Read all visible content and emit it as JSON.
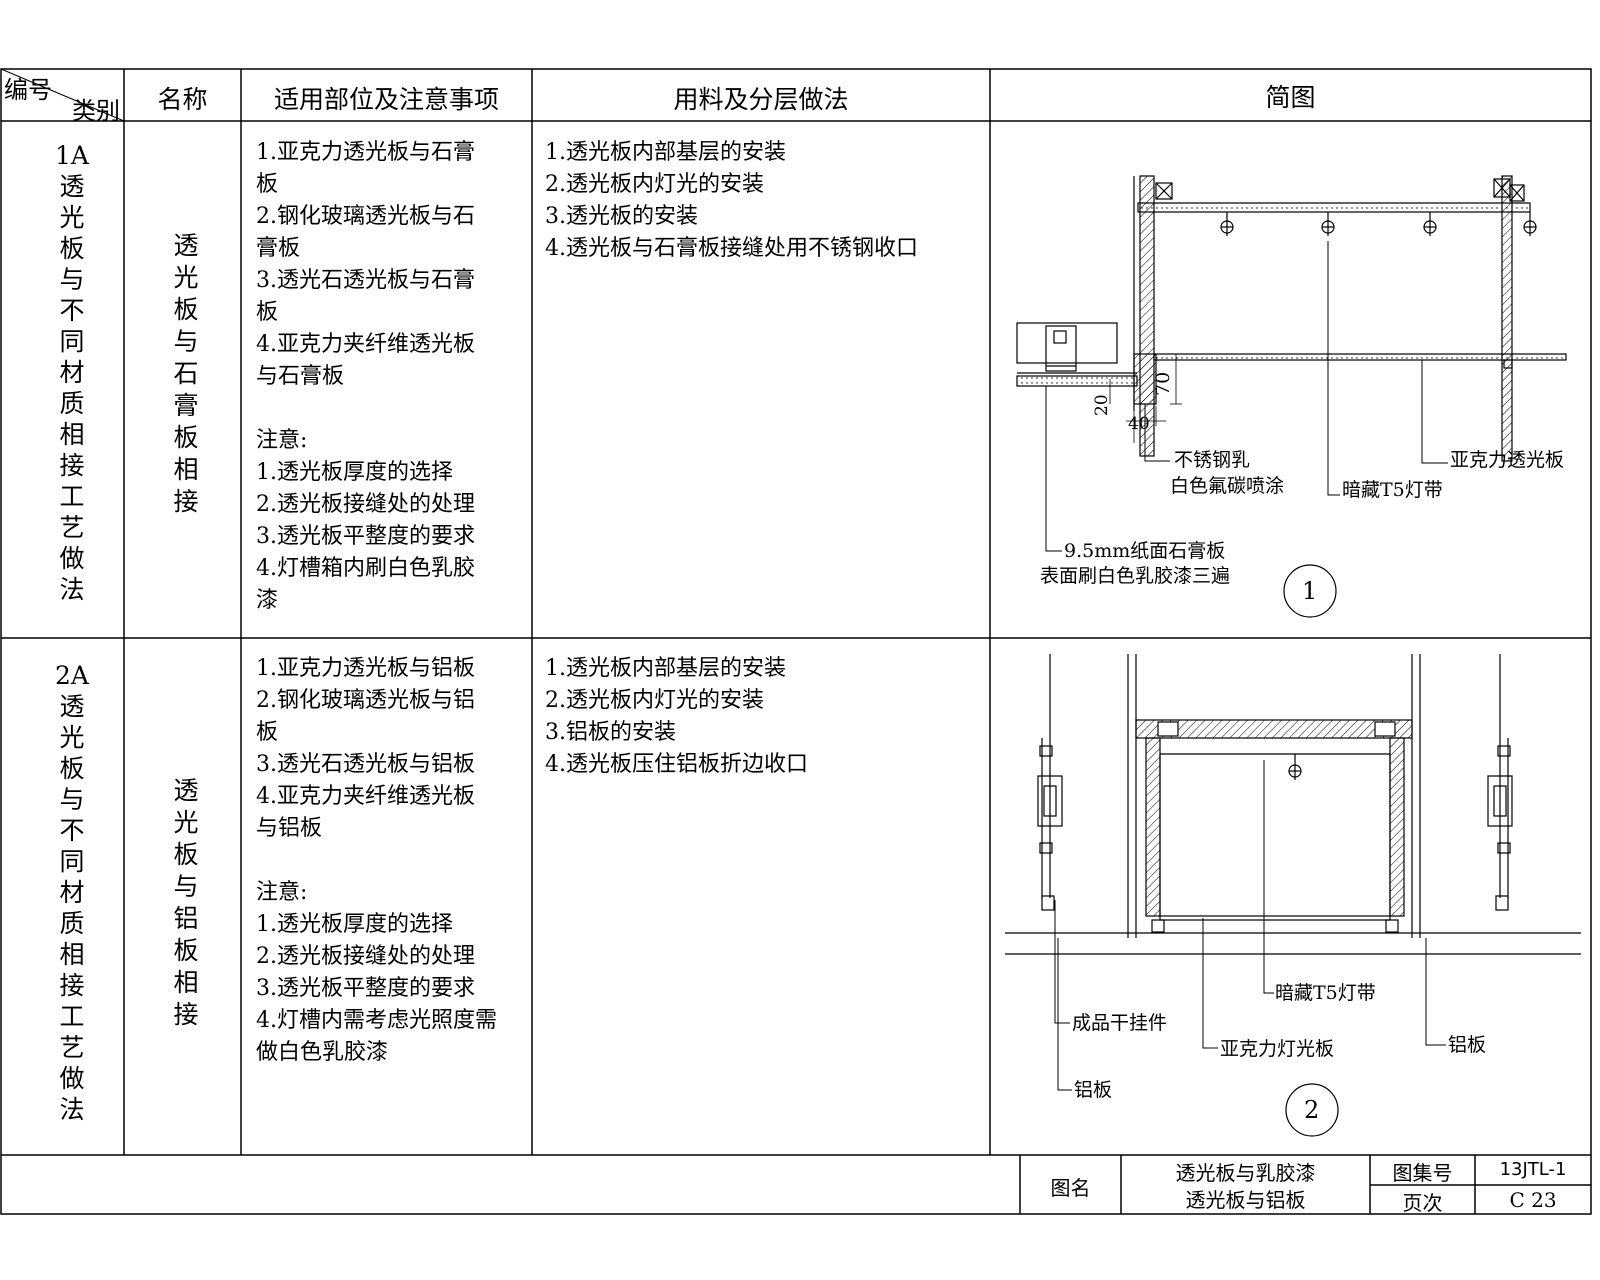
{
  "header": {
    "corner_top": "编号",
    "corner_bottom": "类别",
    "name": "名称",
    "scope": "适用部位及注意事项",
    "method": "用料及分层做法",
    "diagram": "简图"
  },
  "rows": [
    {
      "category": [
        "1A",
        "透",
        "光",
        "板",
        "与",
        "不",
        "同",
        "材",
        "质",
        "相",
        "接",
        "工",
        "艺",
        "做",
        "法"
      ],
      "name": [
        "透",
        "光",
        "板",
        "与",
        "石",
        "膏",
        "板",
        "相",
        "接"
      ],
      "scope": [
        "1.亚克力透光板与石膏",
        "板",
        "2.钢化玻璃透光板与石",
        "膏板",
        "3.透光石透光板与石膏",
        "板",
        "4.亚克力夹纤维透光板",
        "与石膏板",
        "",
        "注意:",
        "1.透光板厚度的选择",
        "2.透光板接缝处的处理",
        "3.透光板平整度的要求",
        "4.灯槽箱内刷白色乳胶",
        "漆"
      ],
      "method": [
        "1.透光板内部基层的安装",
        "2.透光板内灯光的安装",
        "3.透光板的安装",
        "4.透光板与石膏板接缝处用不锈钢收口"
      ]
    },
    {
      "category": [
        "2A",
        "透",
        "光",
        "板",
        "与",
        "不",
        "同",
        "材",
        "质",
        "相",
        "接",
        "工",
        "艺",
        "做",
        "法"
      ],
      "name": [
        "透",
        "光",
        "板",
        "与",
        "铝",
        "板",
        "相",
        "接"
      ],
      "scope": [
        "1.亚克力透光板与铝板",
        "2.钢化玻璃透光板与铝",
        "板",
        "3.透光石透光板与铝板",
        "4.亚克力夹纤维透光板",
        "与铝板",
        "",
        "注意:",
        "1.透光板厚度的选择",
        "2.透光板接缝处的处理",
        "3.透光板平整度的要求",
        "4.灯槽内需考虑光照度需",
        "做白色乳胶漆"
      ],
      "method": [
        "1.透光板内部基层的安装",
        "2.透光板内灯光的安装",
        "3.铝板的安装",
        "4.透光板压住铝板折边收口"
      ]
    }
  ],
  "diagram1": {
    "dim_70": "70",
    "dim_20": "20",
    "dim_40": "40",
    "label_steel_1": "不锈钢乳",
    "label_steel_2": "白色氟碳喷涂",
    "label_t5": "暗藏T5灯带",
    "label_acrylic": "亚克力透光板",
    "label_gypsum_1": "9.5mm纸面石膏板",
    "label_gypsum_2": "表面刷白色乳胶漆三遍",
    "number": "1"
  },
  "diagram2": {
    "label_t5": "暗藏T5灯带",
    "label_hanger": "成品干挂件",
    "label_acrylic": "亚克力灯光板",
    "label_al_right": "铝板",
    "label_al_left": "铝板",
    "number": "2"
  },
  "title_block": {
    "name_label": "图名",
    "name_line1": "透光板与乳胶漆",
    "name_line2": "透光板与铝板",
    "atlas_label": "图集号",
    "atlas_value": "13JTL-1",
    "page_label": "页次",
    "page_value": "C 23"
  }
}
